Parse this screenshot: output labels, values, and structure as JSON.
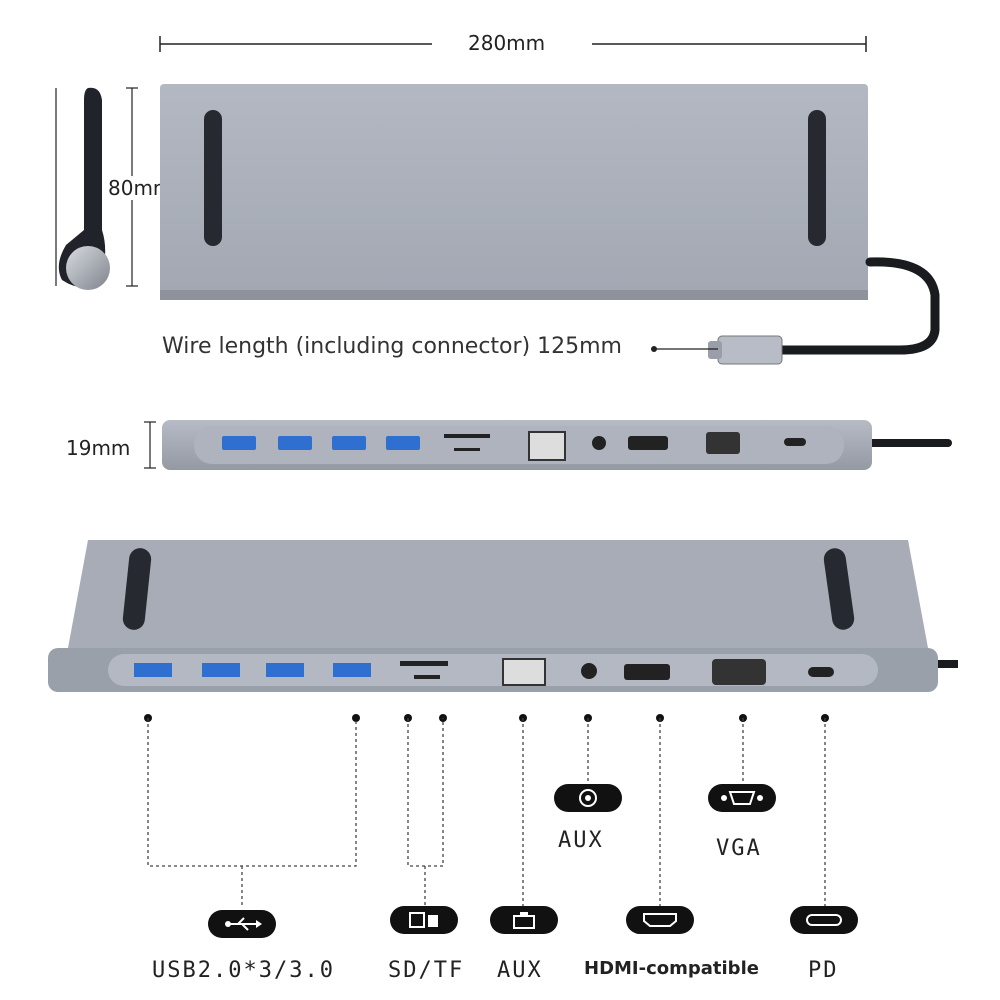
{
  "dimensions": {
    "width_label": "280mm",
    "height_label": "80mm",
    "thickness_label": "19mm"
  },
  "wire": {
    "label": "Wire length (including connector) 125mm"
  },
  "ports": {
    "usb": "USB2.0*3/3.0",
    "sdtf": "SD/TF",
    "aux_lan": "AUX",
    "aux_audio": "AUX",
    "vga": "VGA",
    "hdmi": "HDMI-compatible",
    "pd": "PD"
  },
  "colors": {
    "aluminum": "#a9afbc",
    "aluminum_dark": "#80858f",
    "black": "#111111",
    "usb_blue": "#3d7fd9"
  },
  "icons": [
    "usb-icon",
    "sd-card-icon",
    "ethernet-icon",
    "audio-jack-icon",
    "vga-port-icon",
    "hdmi-port-icon",
    "usb-c-icon"
  ]
}
